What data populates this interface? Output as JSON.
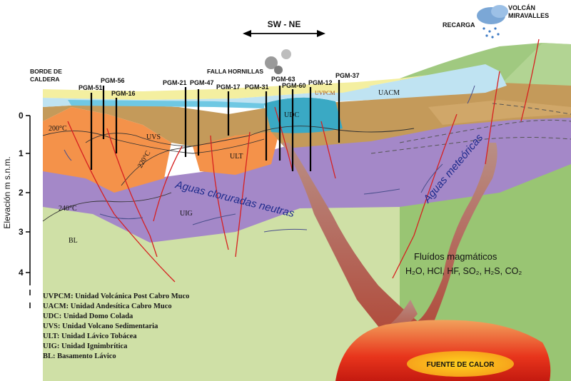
{
  "direction_label": "SW - NE",
  "volcano_label_line1": "VOLCÁN",
  "volcano_label_line2": "MIRAVALLES",
  "recharge_label": "RECARGA",
  "caldera_label_line1": "BORDE DE",
  "caldera_label_line2": "CALDERA",
  "fault_label": "FALLA HORNILLAS",
  "wells": [
    "PGM-51",
    "PGM-56",
    "PGM-16",
    "PGM-21",
    "PGM-47",
    "PGM-17",
    "PGM-31",
    "PGM-63",
    "PGM-60",
    "PGM-12",
    "PGM-37"
  ],
  "units": {
    "uvpcm": "UVPCM",
    "uacm": "UACM",
    "udc": "UDC",
    "uvs": "UVS",
    "ult": "ULT",
    "uig": "UIG",
    "bl": "BL"
  },
  "isotherms": [
    "200°C",
    "220°C",
    "240°C"
  ],
  "y_axis": {
    "label": "Elevación m s.n.m.",
    "ticks": [
      "0",
      "1",
      "2",
      "3",
      "4"
    ]
  },
  "flows": {
    "neutral_waters": "Aguas cloruradas neutras",
    "meteoric_waters": "Aguas meteóricas"
  },
  "magmatic": {
    "title": "Fluídos magmáticos",
    "species": "H₂O, HCl, HF, SO₂, H₂S, CO₂"
  },
  "heat_source": "FUENTE DE CALOR",
  "legend": [
    "UVPCM: Unidad Volcánica Post Cabro Muco",
    "UACM: Unidad Andesítica Cabro Muco",
    "UDC: Unidad Domo Colada",
    "UVS: Unidad Volcano Sedimentaria",
    "ULT: Unidad Lávico Tobácea",
    "UIG: Unidad Ignimbrítica",
    "BL: Basamento Lávico"
  ],
  "colors": {
    "uvpcm": "#f4efa0",
    "uacm": "#bfe3f2",
    "udc": "#3aa9c4",
    "uvs": "#c49a5a",
    "ult": "#f4924a",
    "uig": "#a488c8",
    "bl": "#cfe0a6",
    "hill": "#8fbf6a",
    "heat": "#e8351c"
  }
}
